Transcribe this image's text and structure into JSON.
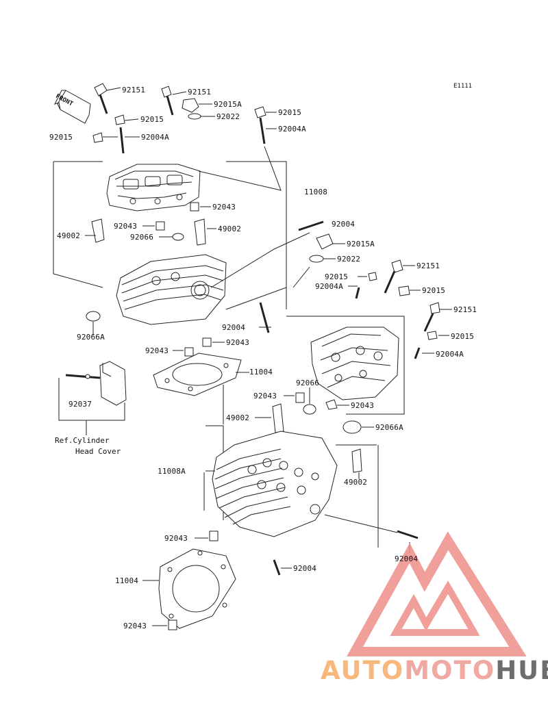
{
  "figure_id": "E1111",
  "front_arrow_label": "FRONT",
  "ref_note": {
    "line1": "Ref.Cylinder",
    "line2": "Head Cover"
  },
  "part_labels": [
    {
      "id": "l01",
      "text": "92151"
    },
    {
      "id": "l02",
      "text": "92151"
    },
    {
      "id": "l03",
      "text": "92015A"
    },
    {
      "id": "l04",
      "text": "92015"
    },
    {
      "id": "l05",
      "text": "92022"
    },
    {
      "id": "l06",
      "text": "92015"
    },
    {
      "id": "l07",
      "text": "92015"
    },
    {
      "id": "l08",
      "text": "92004A"
    },
    {
      "id": "l09",
      "text": "92004A"
    },
    {
      "id": "l10",
      "text": "11008"
    },
    {
      "id": "l11",
      "text": "92043"
    },
    {
      "id": "l12",
      "text": "92043"
    },
    {
      "id": "l13",
      "text": "49002"
    },
    {
      "id": "l14",
      "text": "49002"
    },
    {
      "id": "l15",
      "text": "92066"
    },
    {
      "id": "l16",
      "text": "92004"
    },
    {
      "id": "l17",
      "text": "92015A"
    },
    {
      "id": "l18",
      "text": "92022"
    },
    {
      "id": "l19",
      "text": "92151"
    },
    {
      "id": "l20",
      "text": "92015"
    },
    {
      "id": "l21",
      "text": "92004A"
    },
    {
      "id": "l22",
      "text": "92015"
    },
    {
      "id": "l23",
      "text": "92151"
    },
    {
      "id": "l24",
      "text": "92066A"
    },
    {
      "id": "l25",
      "text": "92004"
    },
    {
      "id": "l26",
      "text": "92015"
    },
    {
      "id": "l27",
      "text": "92043"
    },
    {
      "id": "l28",
      "text": "92043"
    },
    {
      "id": "l29",
      "text": "92004A"
    },
    {
      "id": "l30",
      "text": "11004"
    },
    {
      "id": "l31",
      "text": "92037"
    },
    {
      "id": "l32",
      "text": "92066"
    },
    {
      "id": "l33",
      "text": "92043"
    },
    {
      "id": "l34",
      "text": "92043"
    },
    {
      "id": "l35",
      "text": "49002"
    },
    {
      "id": "l36",
      "text": "92066A"
    },
    {
      "id": "l37",
      "text": "11008A"
    },
    {
      "id": "l38",
      "text": "49002"
    },
    {
      "id": "l39",
      "text": "92043"
    },
    {
      "id": "l40",
      "text": "92004"
    },
    {
      "id": "l41",
      "text": "92004"
    },
    {
      "id": "l42",
      "text": "11004"
    },
    {
      "id": "l43",
      "text": "92043"
    }
  ],
  "watermark": {
    "part1": "AUTO",
    "part2": "MOTO",
    "part3": "HUB",
    "colors": {
      "part1": "#f7b77d",
      "part2": "#f0a8a2",
      "part3": "#6d6d6d",
      "triangle": "#ef8f89"
    }
  }
}
